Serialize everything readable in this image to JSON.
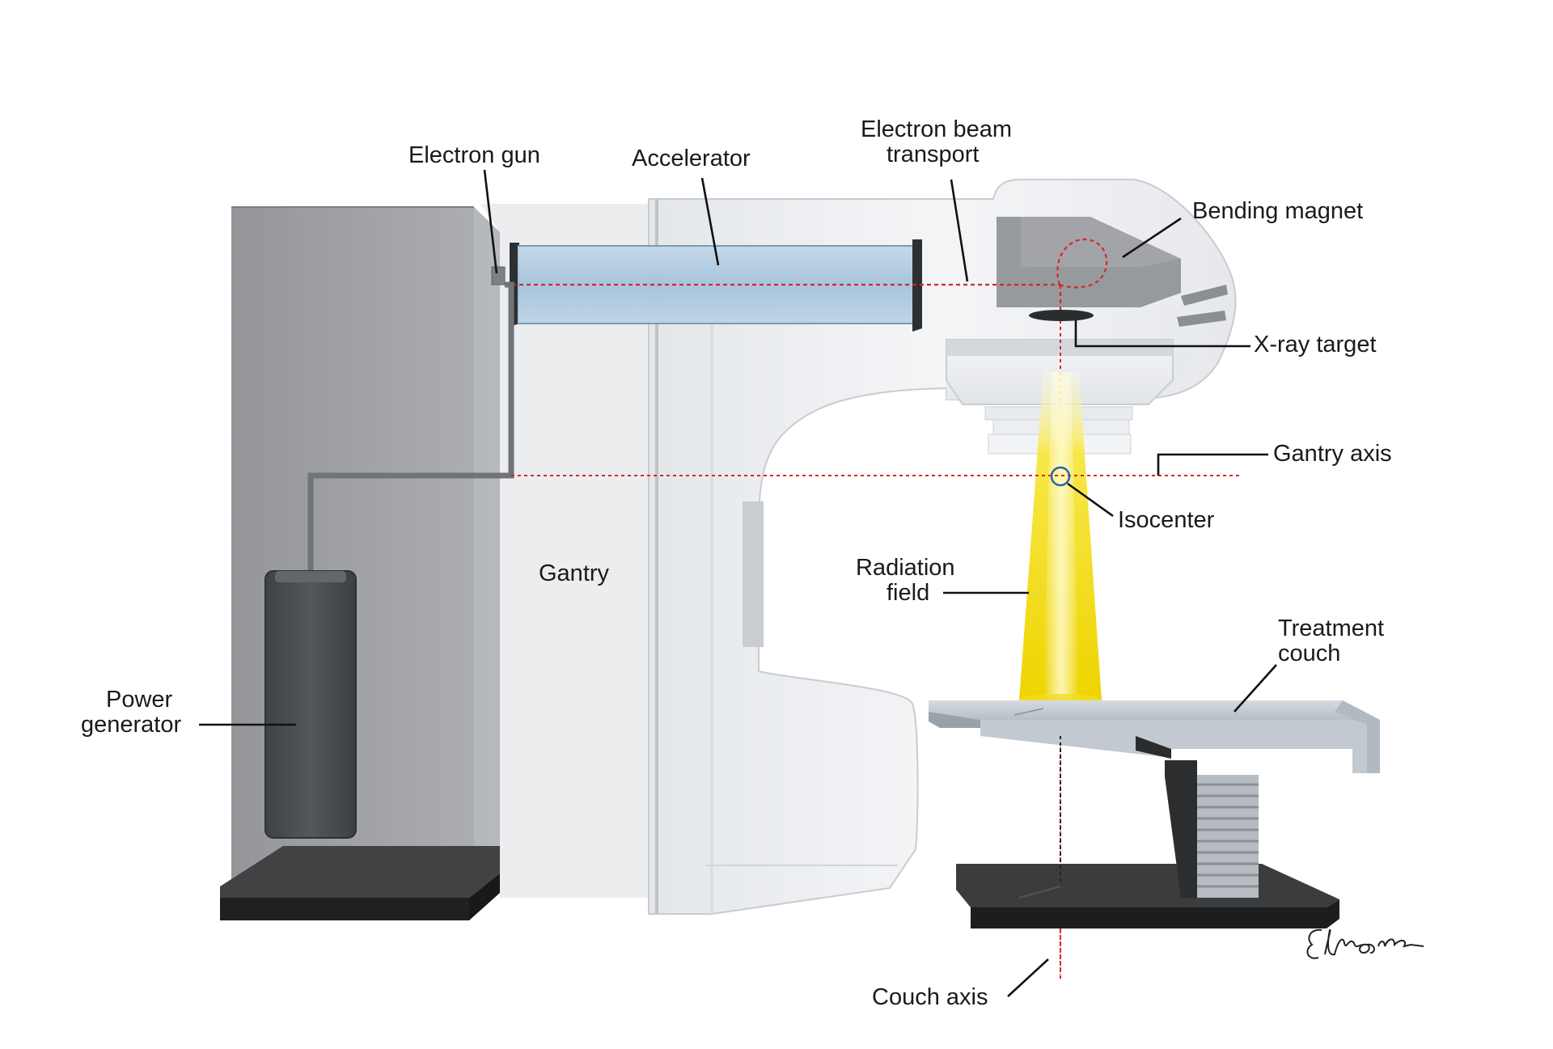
{
  "labels": {
    "electron_gun": "Electron gun",
    "accelerator": "Accelerator",
    "electron_beam_transport_1": "Electron beam",
    "electron_beam_transport_2": "transport",
    "bending_magnet": "Bending magnet",
    "xray_target": "X-ray target",
    "gantry_axis": "Gantry axis",
    "isocenter": "Isocenter",
    "radiation_field_1": "Radiation",
    "radiation_field_2": "field",
    "treatment_couch_1": "Treatment",
    "treatment_couch_2": "couch",
    "power_generator_1": "Power",
    "power_generator_2": "generator",
    "gantry": "Gantry",
    "couch_axis": "Couch axis"
  },
  "signature": "EMoore",
  "colors": {
    "beam": "#d4292d",
    "radiation": "#f2dc10",
    "accelerator_tube": "#a9c8e0",
    "power_generator": "#4a4d50",
    "base": "#222222"
  }
}
